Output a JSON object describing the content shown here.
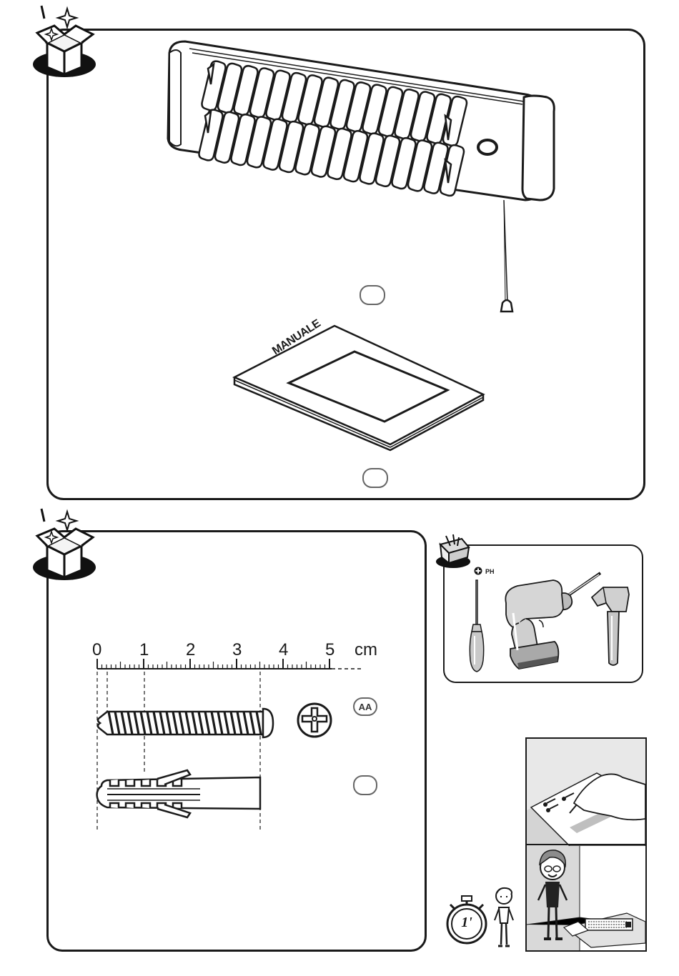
{
  "top_panel": {
    "manual_label": "MANUALE"
  },
  "fixings_panel": {
    "ruler": {
      "ticks": [
        "0",
        "1",
        "2",
        "3",
        "4",
        "5"
      ],
      "unit": "cm"
    },
    "screw_ref": "AA",
    "dowel_ref": ""
  },
  "tools_panel": {
    "screwdriver_type": "PH"
  },
  "timer": {
    "duration": "1'"
  },
  "colors": {
    "line": "#1a1a1a",
    "background": "#ffffff",
    "panel_gray": "#e6e6e6"
  },
  "icons": [
    "open-box-icon",
    "toolbox-icon",
    "stopwatch-icon",
    "person-icon",
    "phillips-head-icon"
  ]
}
